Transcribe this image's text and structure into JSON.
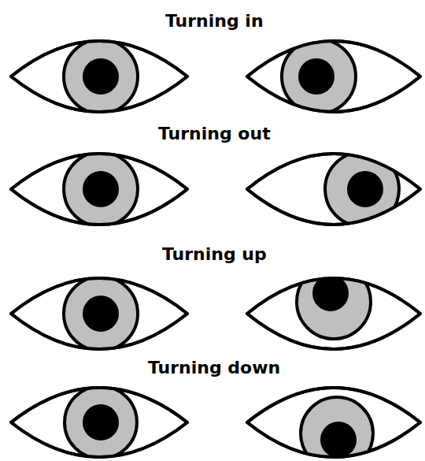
{
  "diagram": {
    "labels": [
      "Turning in",
      "Turning out",
      "Turning up",
      "Turning down"
    ]
  }
}
